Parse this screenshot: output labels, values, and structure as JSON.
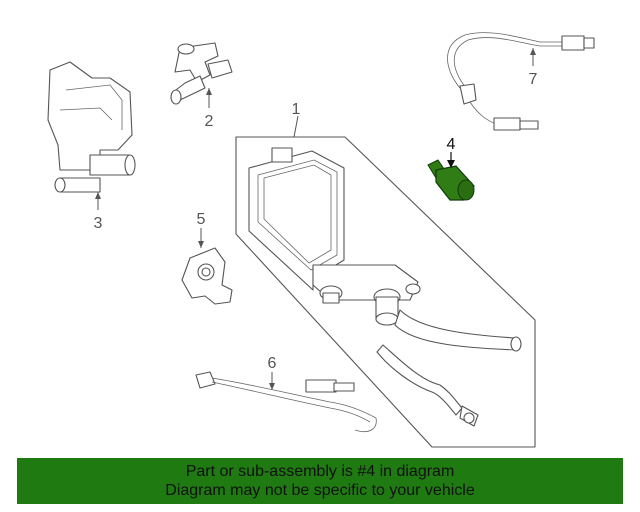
{
  "diagram": {
    "callouts": {
      "c1": "1",
      "c2": "2",
      "c3": "3",
      "c4": "4",
      "c5": "5",
      "c6": "6",
      "c7": "7"
    },
    "highlight_color": "#2f7d14"
  },
  "banner": {
    "line1": "Part or sub-assembly is #4 in diagram",
    "line2": "Diagram may not be specific to your vehicle",
    "background": "#1f7a12"
  }
}
